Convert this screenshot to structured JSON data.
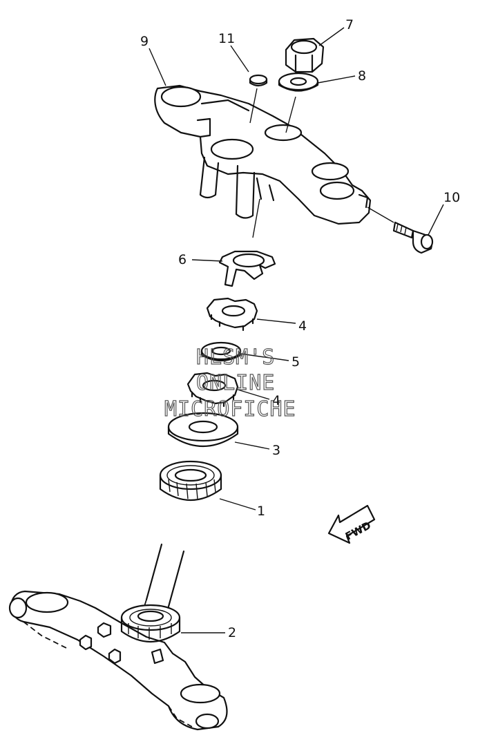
{
  "callouts": {
    "c1": "1",
    "c2": "2",
    "c3": "3",
    "c4a": "4",
    "c4b": "4",
    "c5": "5",
    "c6": "6",
    "c7": "7",
    "c8": "8",
    "c9": "9",
    "c10": "10",
    "c11": "11"
  },
  "watermark": {
    "line1": "HLSM'S",
    "line2": "ONLINE",
    "line3": "MICROFICHE"
  },
  "direction_arrow": {
    "label": "FWD"
  }
}
